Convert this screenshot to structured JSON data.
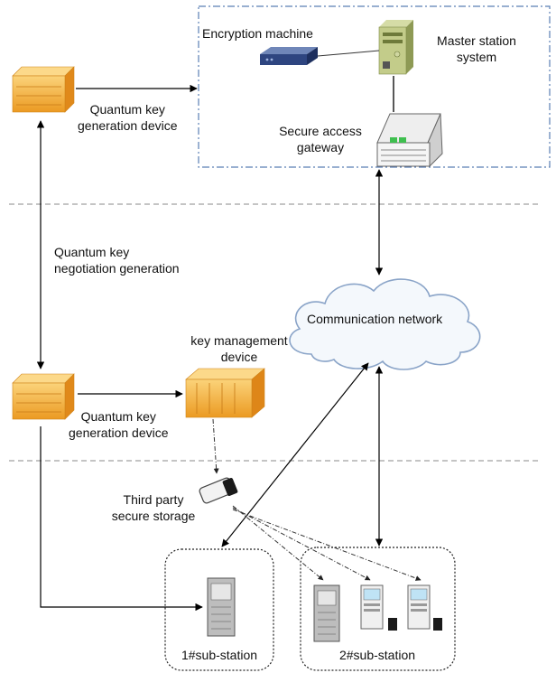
{
  "labels": {
    "encryption_machine": "Encryption machine",
    "master_station_line1": "Master station",
    "master_station_line2": "system",
    "qkg_top_line1": "Quantum key",
    "qkg_top_line2": "generation device",
    "secure_gateway_line1": "Secure access",
    "secure_gateway_line2": "gateway",
    "negotiation_line1": "Quantum key",
    "negotiation_line2": "negotiation generation",
    "communication_network": "Communication network",
    "key_mgmt_line1": "key management",
    "key_mgmt_line2": "device",
    "qkg_bottom_line1": "Quantum key",
    "qkg_bottom_line2": "generation device",
    "third_party_line1": "Third party",
    "third_party_line2": "secure storage",
    "substation_1": "1#sub-station",
    "substation_2": "2#sub-station"
  },
  "colors": {
    "orange_device": "#f3a72b",
    "orange_dark": "#d9851a",
    "cloud_fill": "#f4f8fc",
    "cloud_stroke": "#8aa4c8",
    "master_box_border": "#5a7fb5",
    "divider": "#888888"
  }
}
